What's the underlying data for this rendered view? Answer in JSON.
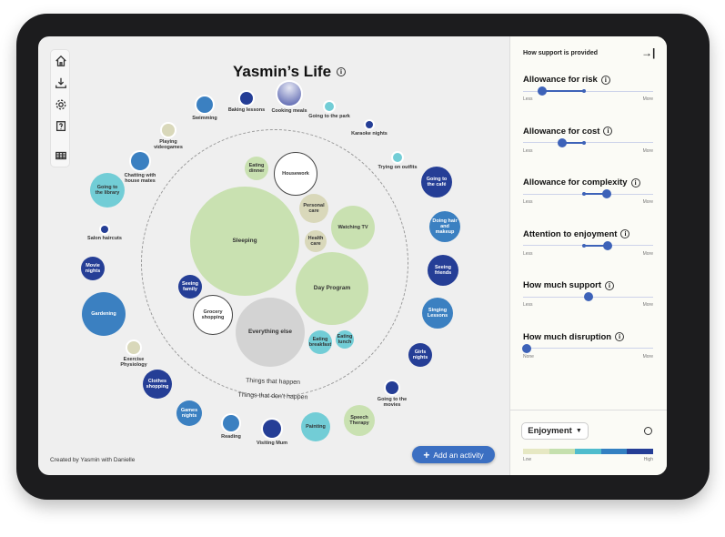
{
  "title": "Yasmin’s Life",
  "toolbar": [
    "home-icon",
    "download-icon",
    "gear-icon",
    "help-icon",
    "grid-icon"
  ],
  "colors": {
    "light_green": "#c9e1b1",
    "beige": "#d9d8ba",
    "teal": "#72cdd6",
    "mid_blue": "#3b80c1",
    "dark_blue": "#253e96",
    "grey": "#d3d3d3",
    "white": "#ffffff",
    "accent": "#3b6fc2"
  },
  "inner_label": "Things that happen",
  "outer_label": "Things that don't happen",
  "bubbles": [
    {
      "label": "Swimming",
      "color": "mid_blue"
    },
    {
      "label": "Baking lessons",
      "color": "dark_blue"
    },
    {
      "label": "Cooking meals",
      "color": "dark_blue"
    },
    {
      "label": "Going to the park",
      "color": "teal"
    },
    {
      "label": "Karaoke nights",
      "color": "dark_blue"
    },
    {
      "label": "Trying on outfits",
      "color": "teal"
    },
    {
      "label": "Going to the café",
      "color": "dark_blue"
    },
    {
      "label": "Doing hair and makeup",
      "color": "mid_blue"
    },
    {
      "label": "Seeing friends",
      "color": "dark_blue"
    },
    {
      "label": "Singing Lessons",
      "color": "mid_blue"
    },
    {
      "label": "Girls nights",
      "color": "dark_blue"
    },
    {
      "label": "Going to the movies",
      "color": "dark_blue"
    },
    {
      "label": "Speech Therapy",
      "color": "light_green"
    },
    {
      "label": "Painting",
      "color": "teal"
    },
    {
      "label": "Visiting Mum",
      "color": "dark_blue"
    },
    {
      "label": "Reading",
      "color": "mid_blue"
    },
    {
      "label": "Games nights",
      "color": "mid_blue"
    },
    {
      "label": "Clothes shopping",
      "color": "dark_blue"
    },
    {
      "label": "Exercise Physiology",
      "color": "beige"
    },
    {
      "label": "Gardening",
      "color": "mid_blue"
    },
    {
      "label": "Movie nights",
      "color": "dark_blue"
    },
    {
      "label": "Salon haircuts",
      "color": "dark_blue"
    },
    {
      "label": "Going to the library",
      "color": "teal"
    },
    {
      "label": "Chatting with house mates",
      "color": "mid_blue"
    },
    {
      "label": "Playing videogames",
      "color": "beige"
    },
    {
      "label": "Eating dinner",
      "color": "light_green"
    },
    {
      "label": "Housework",
      "color": "white"
    },
    {
      "label": "Sleeping",
      "color": "light_green"
    },
    {
      "label": "Personal care",
      "color": "beige"
    },
    {
      "label": "Watching TV",
      "color": "light_green"
    },
    {
      "label": "Health care",
      "color": "beige"
    },
    {
      "label": "Day Program",
      "color": "light_green"
    },
    {
      "label": "Seeing family",
      "color": "dark_blue"
    },
    {
      "label": "Grocery shopping",
      "color": "white"
    },
    {
      "label": "Everything else",
      "color": "grey"
    },
    {
      "label": "Eating breakfast",
      "color": "teal"
    },
    {
      "label": "Eating lunch",
      "color": "teal"
    }
  ],
  "credit": "Created by Yasmin with Danielle",
  "add_button": "Add an activity",
  "panel": {
    "title": "How support is provided",
    "sliders": [
      {
        "label": "Allowance for risk",
        "min_label": "Less",
        "max_label": "More",
        "value": 0.15,
        "range_end": 0.47
      },
      {
        "label": "Allowance for cost",
        "min_label": "Less",
        "max_label": "More",
        "value": 0.3,
        "range_end": 0.47
      },
      {
        "label": "Allowance for complexity",
        "min_label": "Less",
        "max_label": "More",
        "value": 0.64,
        "range_end": 0.47
      },
      {
        "label": "Attention to enjoyment",
        "min_label": "Less",
        "max_label": "More",
        "value": 0.65,
        "range_end": 0.47
      },
      {
        "label": "How much support",
        "min_label": "Less",
        "max_label": "More",
        "value": 0.5
      },
      {
        "label": "How much disruption",
        "min_label": "None",
        "max_label": "More",
        "value": 0.0
      }
    ],
    "color_by": "Enjoyment",
    "legend": {
      "low": "Low",
      "high": "High",
      "colors": [
        "#e6e8c3",
        "#c5e0ae",
        "#4fbccd",
        "#3380c2",
        "#253e96"
      ]
    }
  }
}
